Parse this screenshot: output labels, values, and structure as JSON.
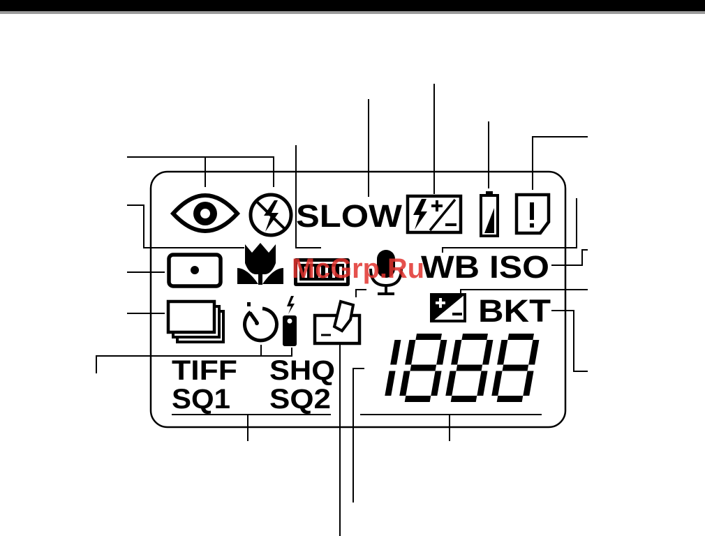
{
  "watermark": "McGrp.Ru",
  "panel": {
    "slow": "SLOW",
    "wb": "WB",
    "iso": "ISO",
    "bkt": "BKT",
    "tiff": "TIFF",
    "shq": "SHQ",
    "sq1": "SQ1",
    "sq2": "SQ2",
    "counter": "1888"
  },
  "icons": [
    "red-eye-icon",
    "flash-off-icon",
    "flash-compensation-icon",
    "battery-icon",
    "card-error-icon",
    "spot-metering-icon",
    "macro-icon",
    "memory-gauge-icon",
    "microphone-icon",
    "exposure-compensation-icon",
    "sequential-shooting-icon",
    "self-timer-icon",
    "remote-control-icon",
    "print-reserve-icon"
  ]
}
